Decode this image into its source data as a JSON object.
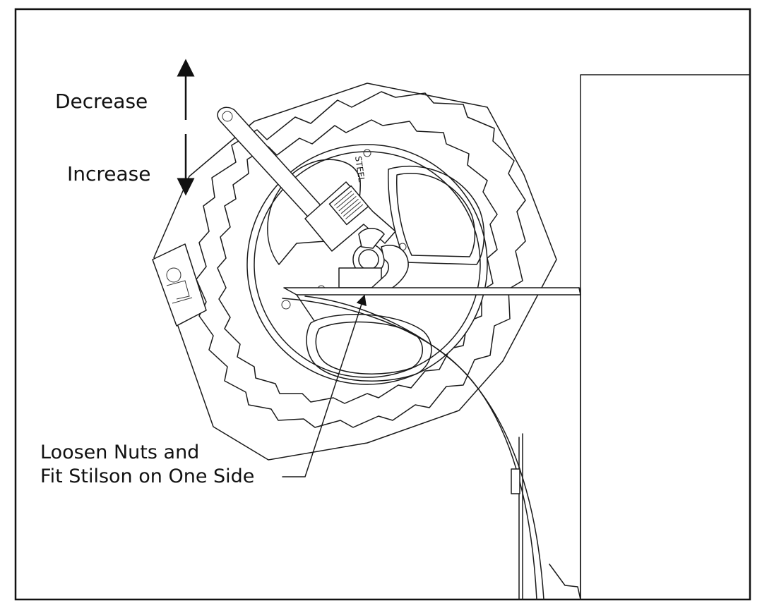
{
  "labels": {
    "decrease": "Decrease",
    "increase": "Increase",
    "note_line1": "Loosen Nuts and",
    "note_line2": "Fit Stilson on One Side",
    "hub_marking": "STEEL"
  },
  "colors": {
    "line": "#1a1a1a",
    "background": "#ffffff",
    "frame": "#111111"
  },
  "icons": {
    "up_arrow": "arrow-up-icon",
    "down_arrow": "arrow-down-icon"
  }
}
